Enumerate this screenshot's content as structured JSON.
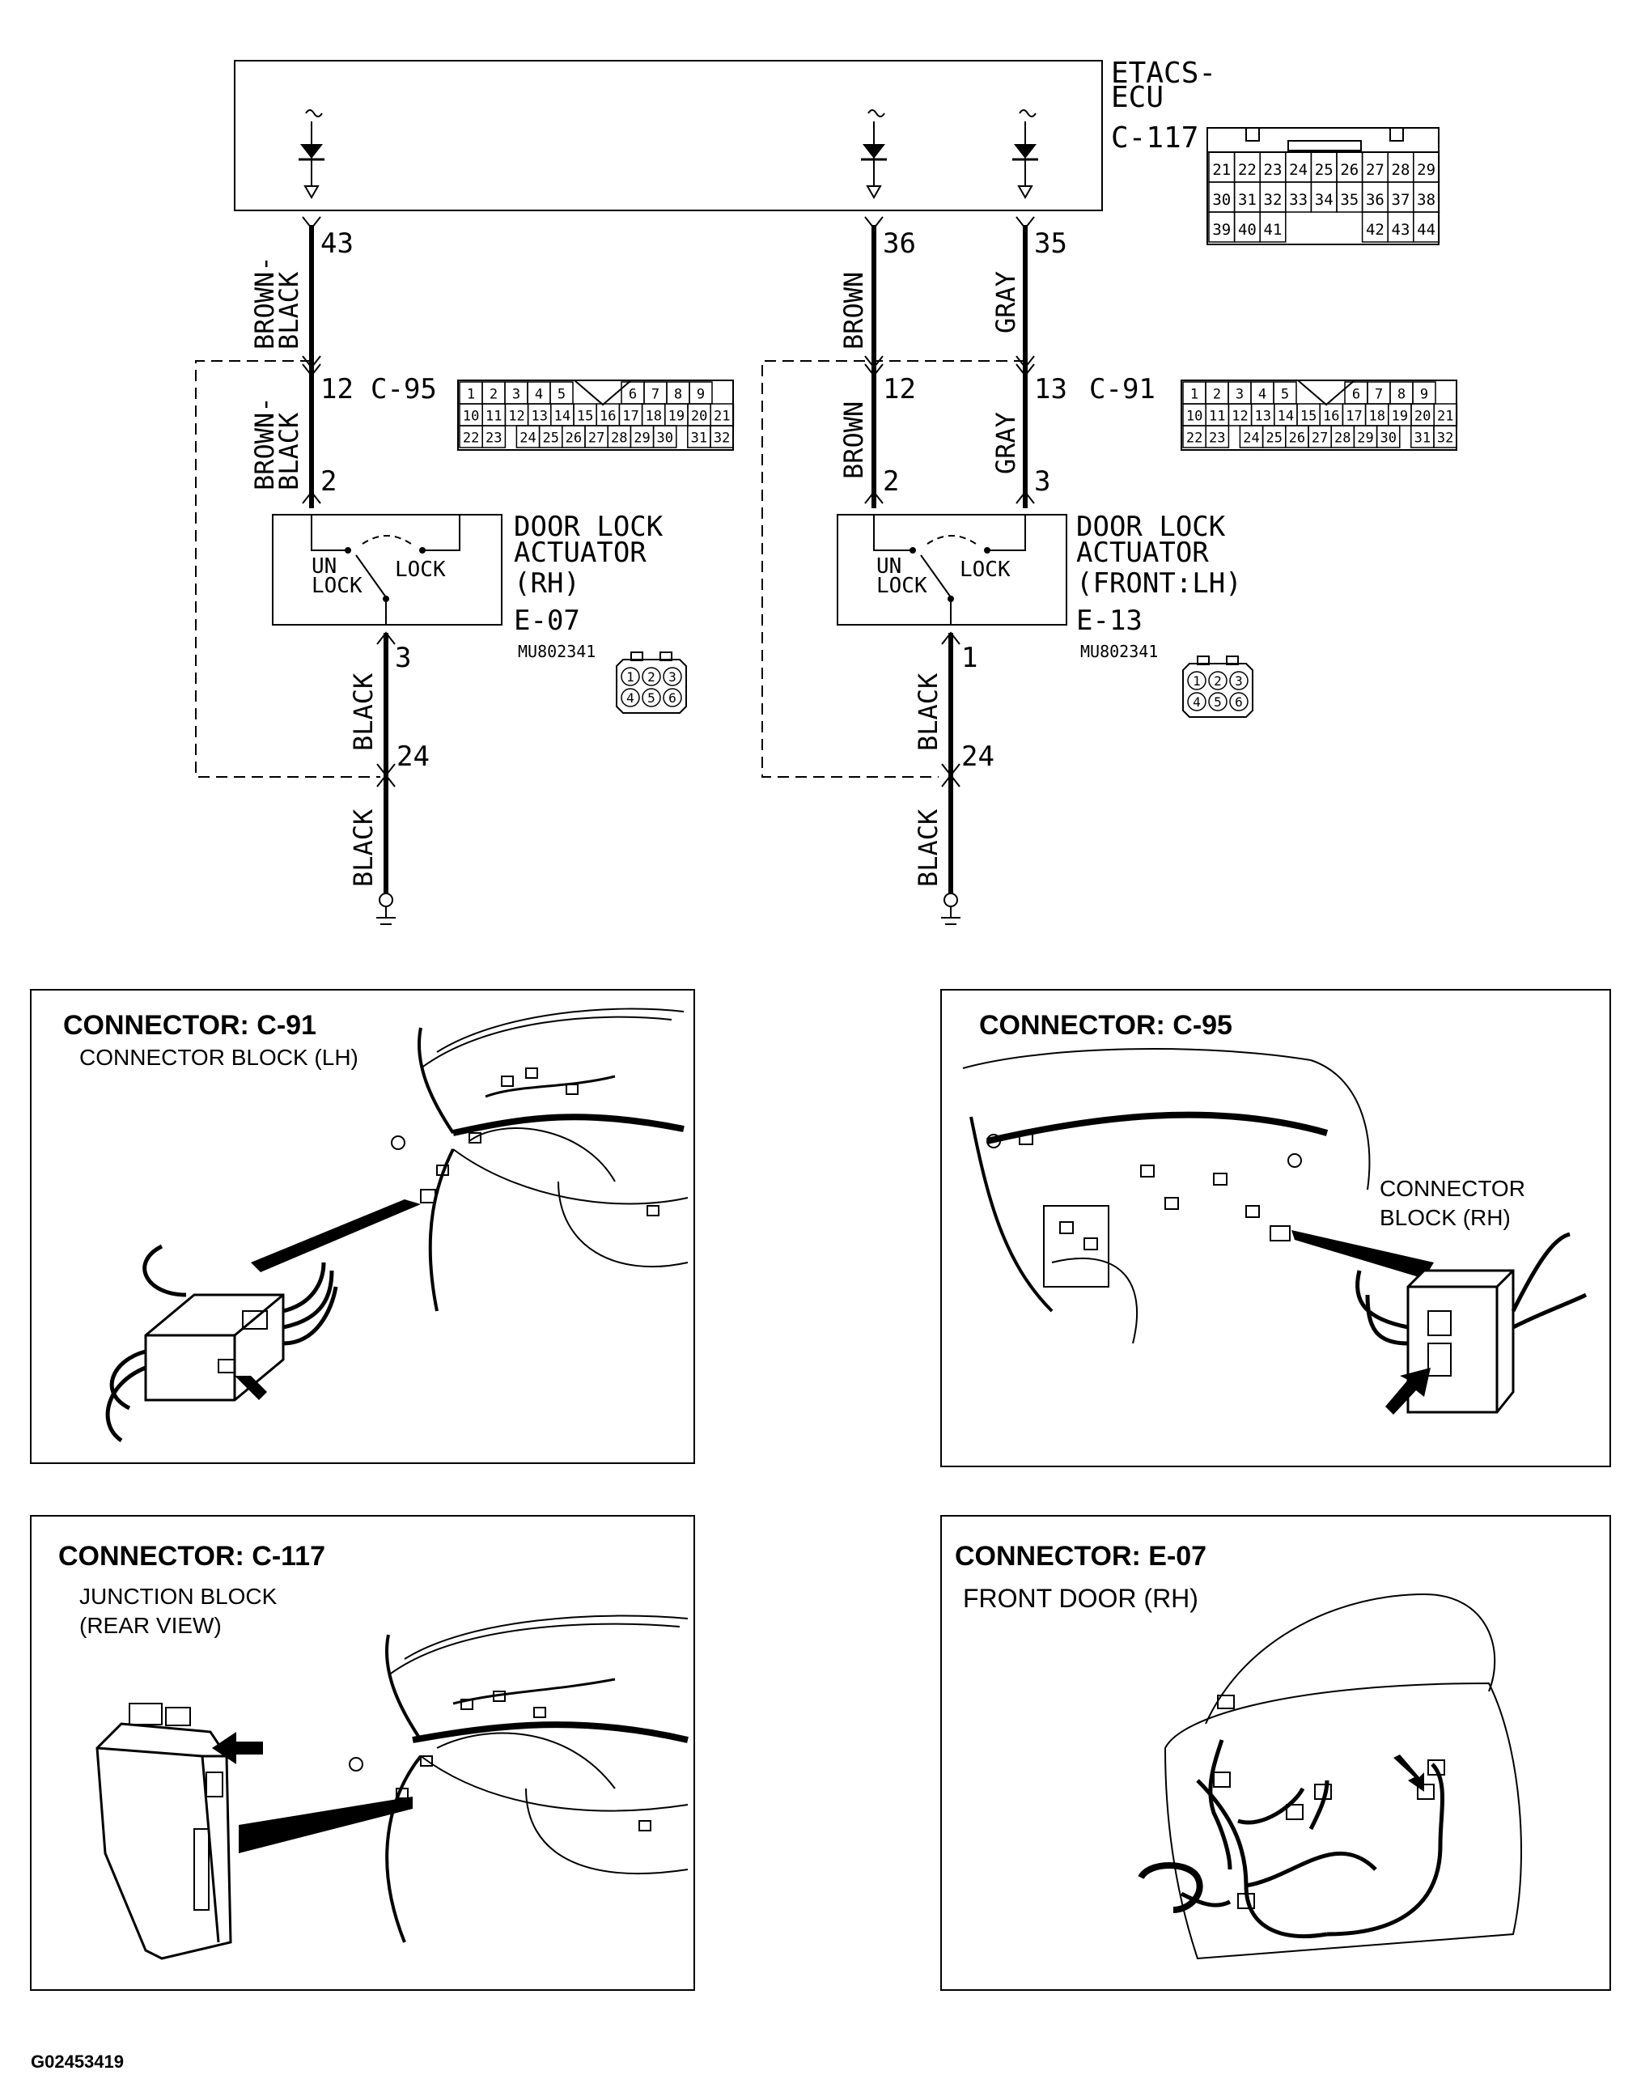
{
  "ecu": {
    "name_line1": "ETACS-",
    "name_line2": "ECU",
    "connector_id": "C-117",
    "pinout_rows": [
      [
        "21",
        "22",
        "23",
        "24",
        "25",
        "26",
        "27",
        "28",
        "29"
      ],
      [
        "30",
        "31",
        "32",
        "33",
        "34",
        "35",
        "36",
        "37",
        "38"
      ],
      [
        "39",
        "40",
        "41",
        "",
        "",
        "",
        "42",
        "43",
        "44"
      ]
    ]
  },
  "wires_upper": {
    "left": {
      "pin": "43",
      "color_line1": "BROWN-",
      "color_line2": "BLACK"
    },
    "mid": {
      "pin": "36",
      "color": "BROWN"
    },
    "right": {
      "pin": "35",
      "color": "GRAY"
    }
  },
  "junction_c95": {
    "pin": "12",
    "connector_id": "C-95",
    "wire_color_line1": "BROWN-",
    "wire_color_line2": "BLACK",
    "actuator_pin": "2",
    "pinout_row1": [
      "1",
      "2",
      "3",
      "4",
      "5",
      "6",
      "7",
      "8",
      "9"
    ],
    "pinout_row2": [
      "10",
      "11",
      "12",
      "13",
      "14",
      "15",
      "16",
      "17",
      "18",
      "19",
      "20",
      "21"
    ],
    "pinout_row3": [
      "22",
      "23",
      "24",
      "25",
      "26",
      "27",
      "28",
      "29",
      "30",
      "31",
      "32"
    ]
  },
  "junction_c91": {
    "pin_brown": "12",
    "pin_gray": "13",
    "connector_id": "C-91",
    "wire_brown": "BROWN",
    "wire_gray": "GRAY",
    "actuator_pin_brown": "2",
    "actuator_pin_gray": "3",
    "pinout_row1": [
      "1",
      "2",
      "3",
      "4",
      "5",
      "6",
      "7",
      "8",
      "9"
    ],
    "pinout_row2": [
      "10",
      "11",
      "12",
      "13",
      "14",
      "15",
      "16",
      "17",
      "18",
      "19",
      "20",
      "21"
    ],
    "pinout_row3": [
      "22",
      "23",
      "24",
      "25",
      "26",
      "27",
      "28",
      "29",
      "30",
      "31",
      "32"
    ]
  },
  "actuator_rh": {
    "title_line1": "DOOR LOCK",
    "title_line2": "ACTUATOR",
    "title_line3": "(RH)",
    "connector_id": "E-07",
    "part_number": "MU802341",
    "unlock_line1": "UN",
    "unlock_line2": "LOCK",
    "lock_label": "LOCK",
    "ground_pin": "3",
    "ground_wire": "BLACK",
    "junction_pin": "24",
    "ground_wire_2": "BLACK",
    "plug_pins": [
      "1",
      "2",
      "3",
      "4",
      "5",
      "6"
    ]
  },
  "actuator_lh": {
    "title_line1": "DOOR LOCK",
    "title_line2": "ACTUATOR",
    "title_line3": "(FRONT:LH)",
    "connector_id": "E-13",
    "part_number": "MU802341",
    "unlock_line1": "UN",
    "unlock_line2": "LOCK",
    "lock_label": "LOCK",
    "ground_pin": "1",
    "ground_wire": "BLACK",
    "junction_pin": "24",
    "ground_wire_2": "BLACK",
    "plug_pins": [
      "1",
      "2",
      "3",
      "4",
      "5",
      "6"
    ]
  },
  "panels": {
    "c91": {
      "title": "CONNECTOR: C-91",
      "subtitle": "CONNECTOR BLOCK (LH)"
    },
    "c95": {
      "title": "CONNECTOR: C-95",
      "label_line1": "CONNECTOR",
      "label_line2": "BLOCK (RH)"
    },
    "c117": {
      "title": "CONNECTOR: C-117",
      "subtitle_line1": "JUNCTION BLOCK",
      "subtitle_line2": "(REAR VIEW)"
    },
    "e07": {
      "title": "CONNECTOR: E-07",
      "subtitle": "FRONT DOOR (RH)"
    }
  },
  "figure_id": "G02453419"
}
